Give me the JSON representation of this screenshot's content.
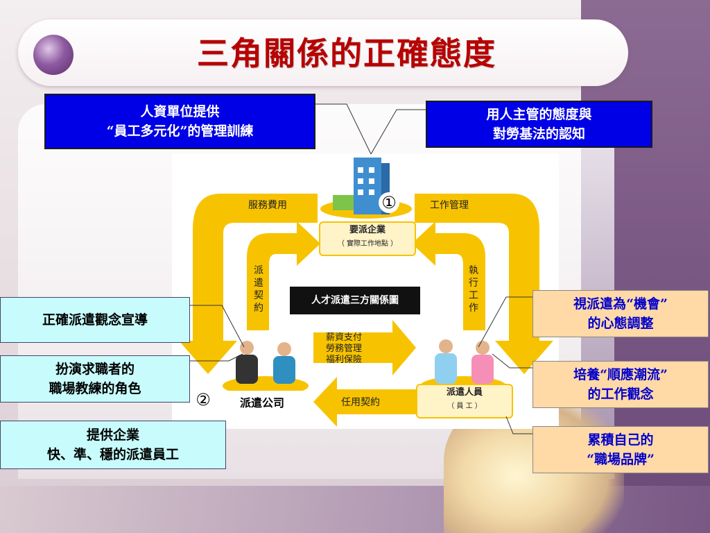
{
  "title": "三角關係的正確態度",
  "callouts": {
    "top_left": [
      "人資單位提供",
      "“員工多元化”的管理訓練"
    ],
    "top_right": [
      "用人主管的態度與",
      "對勞基法的認知"
    ],
    "left_1": [
      "正確派遣觀念宣導"
    ],
    "left_2": [
      "扮演求職者的",
      "職場教練的角色"
    ],
    "left_3": [
      "提供企業",
      "快、準、穩的派遣員工"
    ],
    "right_1": [
      "視派遣為“機會”",
      "的心態調整"
    ],
    "right_2": [
      "培養“順應潮流”",
      "的工作觀念"
    ],
    "right_3": [
      "累積自己的",
      "“職場品牌”"
    ]
  },
  "diagram": {
    "center_label": "人才派遣三方關係圖",
    "client_company": "要派企業",
    "client_sub": "（ 實際工作地點 ）",
    "dispatch_company": "派遣公司",
    "worker": "派遣人員",
    "worker_sub": "（ 員    工 ）",
    "service_fee": "服務費用",
    "work_management": "工作管理",
    "dispatch_contract": "派遣契約",
    "exec_work": "執行工作",
    "salary_items": [
      "薪資支付",
      "勞務管理",
      "福利保險"
    ],
    "employment_contract": "任用契約",
    "marker_1": "①",
    "marker_2": "②"
  },
  "colors": {
    "title": "#b80000",
    "arrow": "#f7c300",
    "blue_box": "#0000e6",
    "cyan_box": "#c8fbfb",
    "orange_box": "#ffd9a6"
  }
}
